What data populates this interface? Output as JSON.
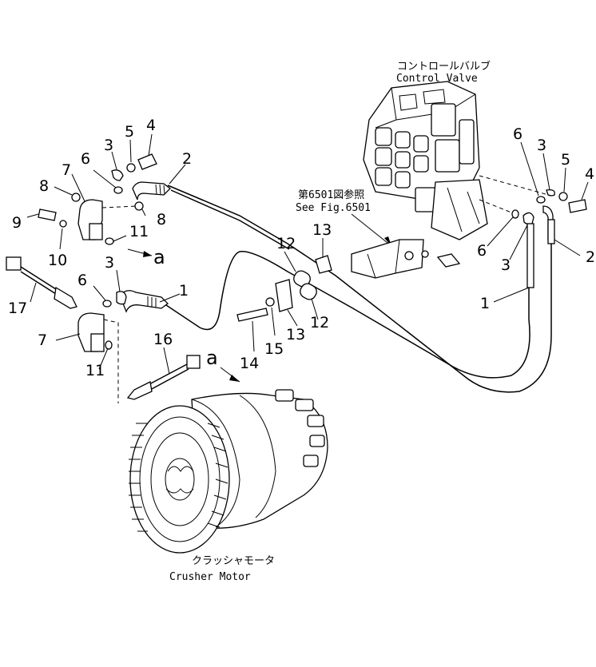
{
  "labels": {
    "control_valve_jp": "コントロールバルブ",
    "control_valve_en": "Control Valve",
    "see_fig_jp": "第6501図参照",
    "see_fig_en": "See Fig.6501",
    "crusher_motor_jp": "クラッシャモータ",
    "crusher_motor_en": "Crusher Motor"
  },
  "callouts": {
    "n1_left": "1",
    "n1_right": "1",
    "n2_left": "2",
    "n2_right": "2",
    "n3_top": "3",
    "n3_mid": "3",
    "n3_right_top": "3",
    "n3_right_bot": "3",
    "n4_left": "4",
    "n4_right": "4",
    "n5_left": "5",
    "n5_right": "5",
    "n6_top": "6",
    "n6_mid": "6",
    "n6_right_top": "6",
    "n6_right_bot": "6",
    "n7_top": "7",
    "n7_bot": "7",
    "n8_left": "8",
    "n8_right": "8",
    "n9": "9",
    "n10": "10",
    "n11_top": "11",
    "n11_bot": "11",
    "n12_top": "12",
    "n12_bot": "12",
    "n13_top": "13",
    "n13_bot": "13",
    "n14": "14",
    "n15": "15",
    "n16": "16",
    "n17": "17",
    "ref_a1": "a",
    "ref_a2": "a"
  }
}
